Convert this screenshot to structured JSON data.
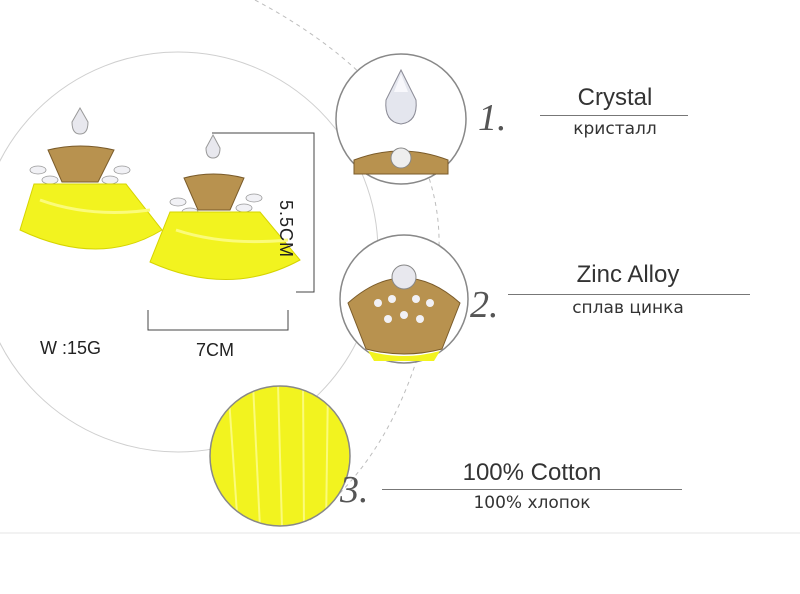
{
  "product": {
    "weight_label": "W :15G",
    "width_label": "7CM",
    "height_label": "5.5CM"
  },
  "materials": [
    {
      "number": "1.",
      "name_en": "Crystal",
      "name_ru": "кристалл"
    },
    {
      "number": "2.",
      "name_en": "Zinc Alloy",
      "name_ru": "сплав цинка"
    },
    {
      "number": "3.",
      "name_en": "100% Cotton",
      "name_ru": "100% хлопок"
    }
  ],
  "colors": {
    "tassel": "#f2f31f",
    "tassel_light": "#fbfb7a",
    "metal": "#b8924f",
    "line": "#777777"
  }
}
